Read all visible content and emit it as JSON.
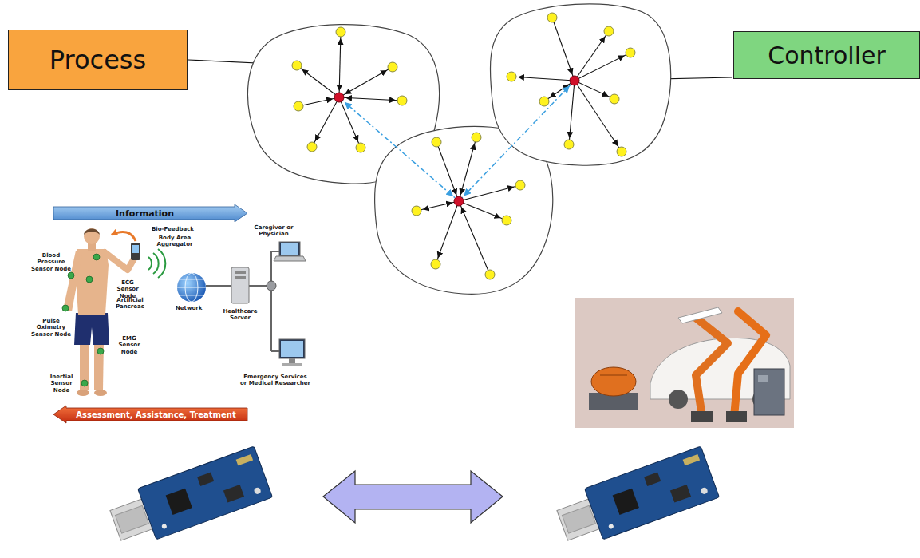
{
  "diagram": {
    "nodes": [
      {
        "text": [
          "Process"
        ]
      },
      {
        "text": [
          "Controller"
        ]
      },
      {
        "text": [
          "Information"
        ]
      },
      {
        "text": [
          "Assessment, Assistance, Treatment"
        ]
      }
    ],
    "labels": [
      "Bio-Feedback",
      "Body Area Aggregator",
      "ECG Sensor Node",
      "Blood Pressure Sensor Node",
      "Artificial Pancreas",
      "Pulse Oximetry Sensor Node",
      "EMG Sensor Node",
      "Inertial Sensor Node",
      "Network",
      "Healthcare Server",
      "Caregiver or Physician",
      "Emergency Services or Medical Researcher"
    ]
  }
}
